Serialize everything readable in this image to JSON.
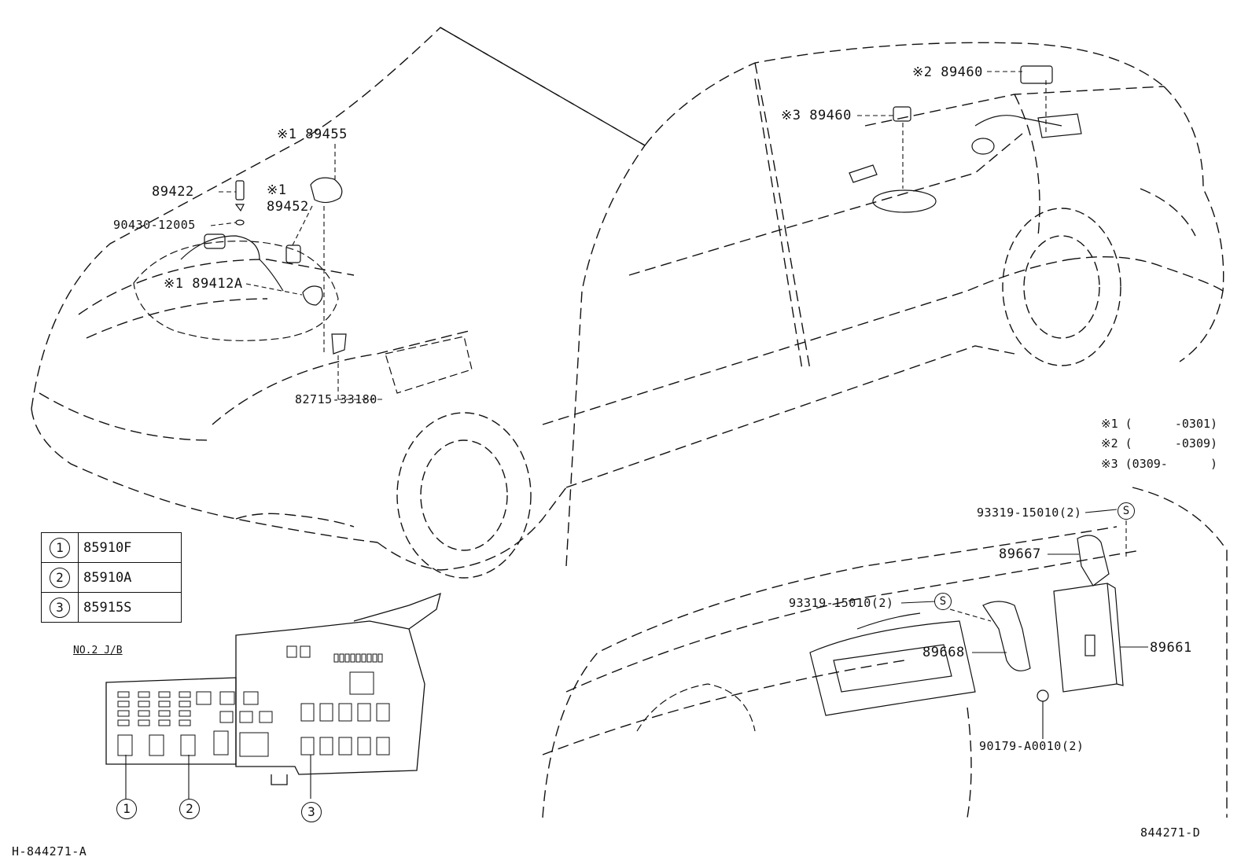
{
  "callouts": {
    "p89455": "※1 89455",
    "p89422": "89422",
    "p89452_mark": "※1",
    "p89452": "89452",
    "p90430": "90430-12005",
    "p89412a": "※1 89412A",
    "p82715": "82715-33180",
    "p89460a": "※2 89460",
    "p89460b": "※3 89460",
    "p93319a": "93319-15010(2)",
    "p93319b": "93319-15010(2)",
    "p89667": "89667",
    "p89668": "89668",
    "p89661": "89661",
    "p90179": "90179-A0010(2)",
    "s_mark": "S"
  },
  "notes": [
    {
      "mark": "※1",
      "range": "(      -0301)"
    },
    {
      "mark": "※2",
      "range": "(      -0309)"
    },
    {
      "mark": "※3",
      "range": "(0309-      )"
    }
  ],
  "legend": [
    {
      "num": "1",
      "code": "85910F"
    },
    {
      "num": "2",
      "code": "85910A"
    },
    {
      "num": "3",
      "code": "85915S"
    }
  ],
  "junction_block": {
    "title": "NO.2 J/B",
    "markers": [
      "1",
      "2",
      "3"
    ]
  },
  "footer": {
    "left_code": "H-844271-A",
    "right_code": "844271-D"
  }
}
